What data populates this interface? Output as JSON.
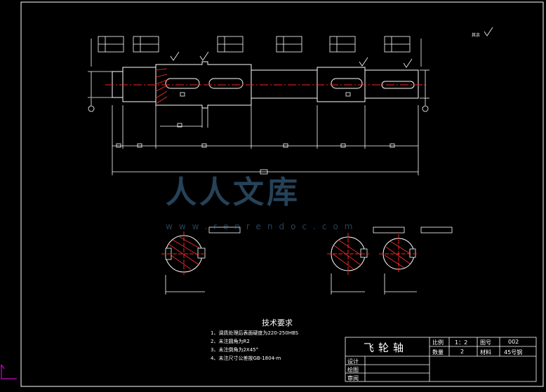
{
  "tech_requirements": {
    "title": "技术要求",
    "items": [
      "1、调质处理后表面硬度为220-250HBS",
      "2、未注圆角为R2",
      "3、未注倒角为2X45°",
      "4、未注尺寸公差按GB-1804-m"
    ]
  },
  "title_block": {
    "part_name": "飞轮轴",
    "scale_label": "比例",
    "scale_value": "1：2",
    "drawing_no_label": "图号",
    "drawing_no_value": "002",
    "quantity_label": "数量",
    "quantity_value": "2",
    "material_label": "材料",
    "material_value": "45号钢",
    "design_label": "设计",
    "drafting_label": "绘图",
    "review_label": "审阅"
  },
  "roughness_note": "其余",
  "watermark": {
    "text": "人人文库",
    "url": "www.renrendoc.com"
  },
  "colors": {
    "background": "#000000",
    "lines": "#ffffff",
    "center_line": "#ff2020",
    "hatch": "#ff3030",
    "accent_axis": "#ff00ff",
    "watermark": "#4a7ca8"
  }
}
